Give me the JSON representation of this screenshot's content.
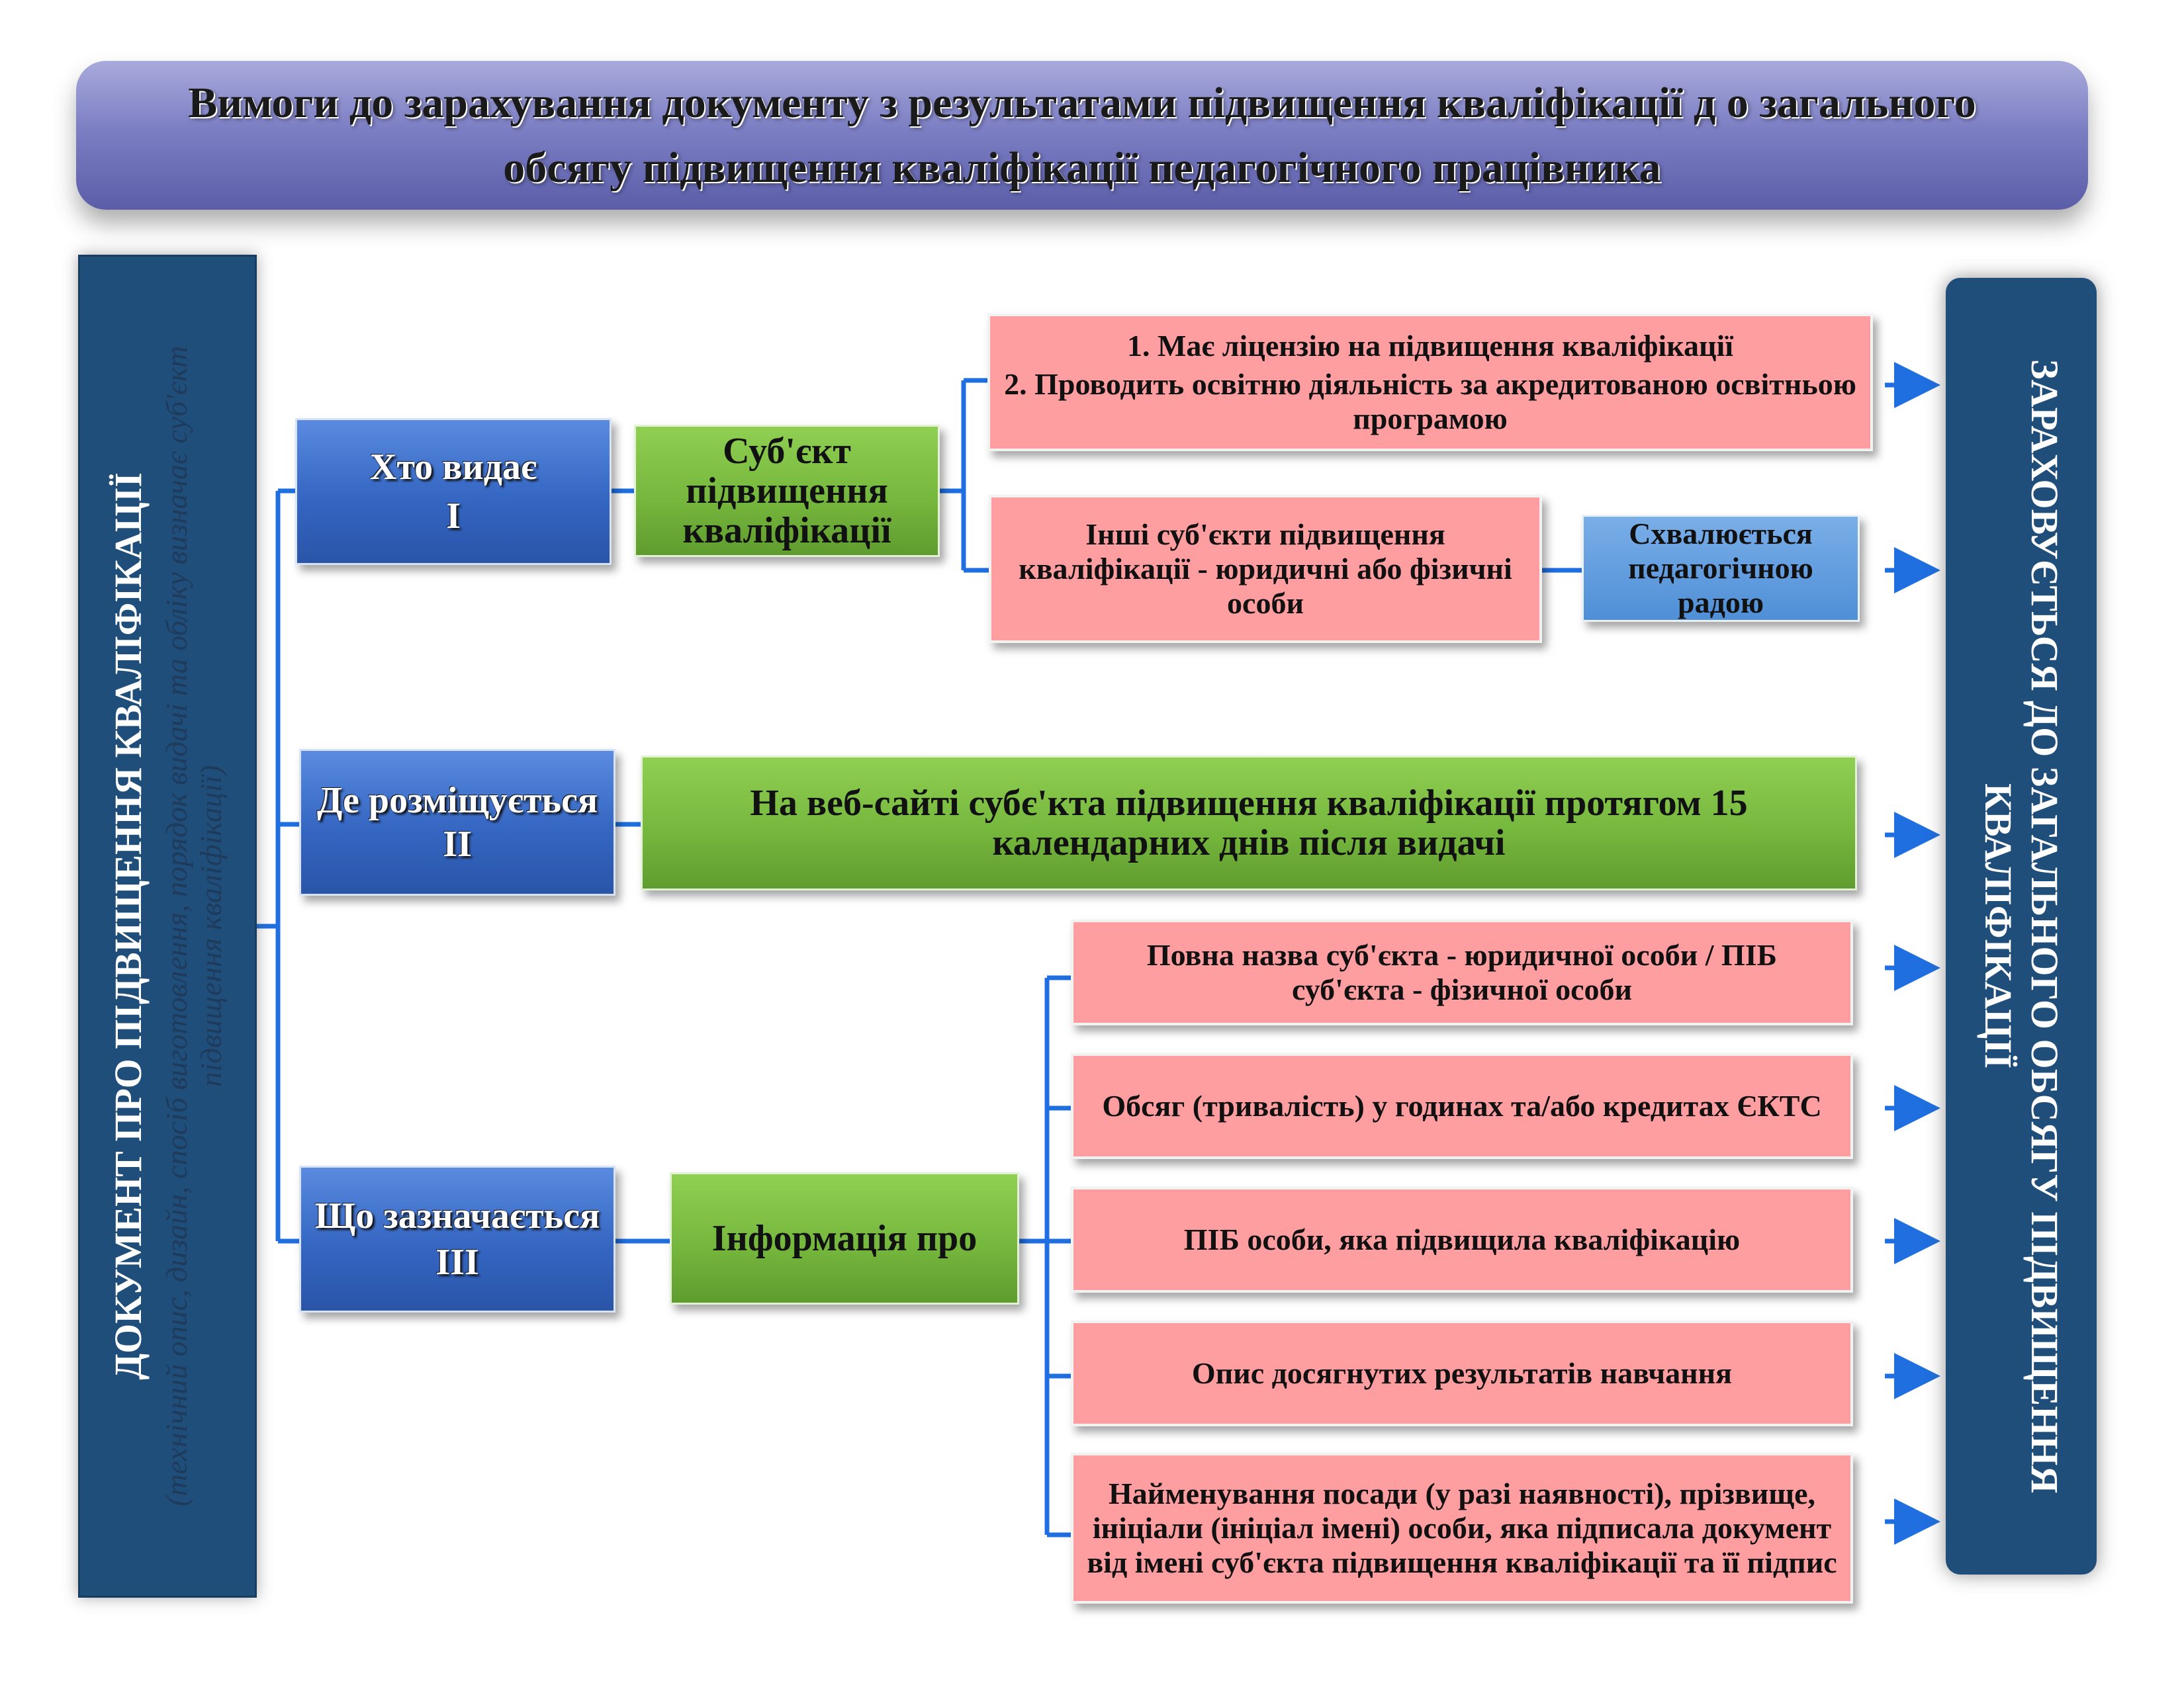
{
  "title": "Вимоги до зарахування документу з результатами підвищення кваліфікації д о загального обсягу підвищення кваліфікації педагогічного працівника",
  "left_panel": {
    "main": "ДОКУМЕНТ ПРО ПІДВИЩЕННЯ КВАЛІФІКАЦІЇ",
    "sub": "(технічний опис, дизайн, спосіб виготовлення, порядок видачі та обліку визначає суб'єкт підвищення кваліфікації)"
  },
  "right_panel": {
    "text": "ЗАРАХОВУЄТЬСЯ ДО ЗАГАЛЬНОГО ОБСЯГУ ПІДВИЩЕННЯ КВАЛІФІКАЦІЇ"
  },
  "sections": [
    {
      "label": "Хто видає",
      "numeral": "І",
      "middle": "Суб'єкт підвищення кваліфікації",
      "items": [
        "1. Має ліцензію на підвищення кваліфікації",
        "2.  Проводить освітню діяльність за акредитованою освітньою програмою",
        "Інші суб'єкти підвищення кваліфікації - юридичні або фізичні особи"
      ],
      "extra": "Схвалюється педагогічною радою"
    },
    {
      "label": "Де розміщується",
      "numeral": "ІІ",
      "middle": "На веб-сайті субє'кта  підвищення кваліфікації  протягом 15 календарних днів після видачі"
    },
    {
      "label": "Що зазначається",
      "numeral": "ІІІ",
      "middle": "Інформація про",
      "items": [
        "Повна назва суб'єкта - юридичної особи / ПІБ суб'єкта - фізичної особи",
        "Обсяг (тривалість) у годинах та/або кредитах ЄКТС",
        "ПІБ особи, яка підвищила кваліфікацію",
        "Опис досягнутих результатів навчання",
        "Найменування посади (у разі наявності), прізвище, ініціали (ініціал імені) особи, яка підписала документ від імені суб'єкта підвищення кваліфікації та її підпис"
      ]
    }
  ],
  "colors": {
    "title_bar": "#7d7fc4",
    "side_panels": "#1f4e7a",
    "blue_box": "#3466c2",
    "green_box": "#74b53c",
    "pink_box": "#ff9ea0",
    "connector": "#1f6fe0"
  }
}
